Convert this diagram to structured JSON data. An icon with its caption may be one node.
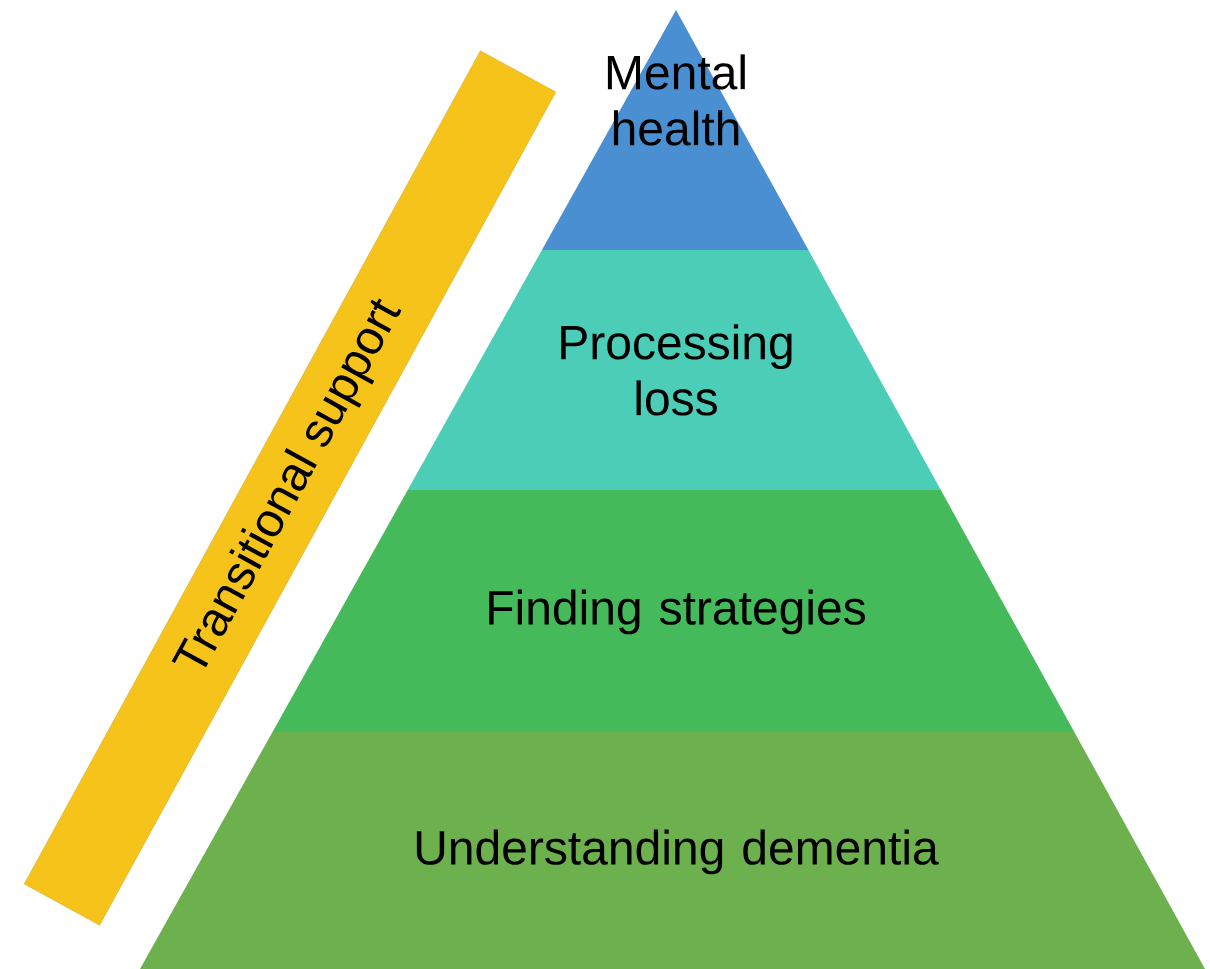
{
  "diagram": {
    "nodes": [
      {
        "text": [
          "Mental health"
        ]
      },
      {
        "text": [
          "Processing loss"
        ]
      },
      {
        "text": [
          "Finding strategies"
        ]
      },
      {
        "text": [
          "Understanding dementia"
        ]
      },
      {
        "text": [
          "Transitional support"
        ]
      }
    ]
  }
}
